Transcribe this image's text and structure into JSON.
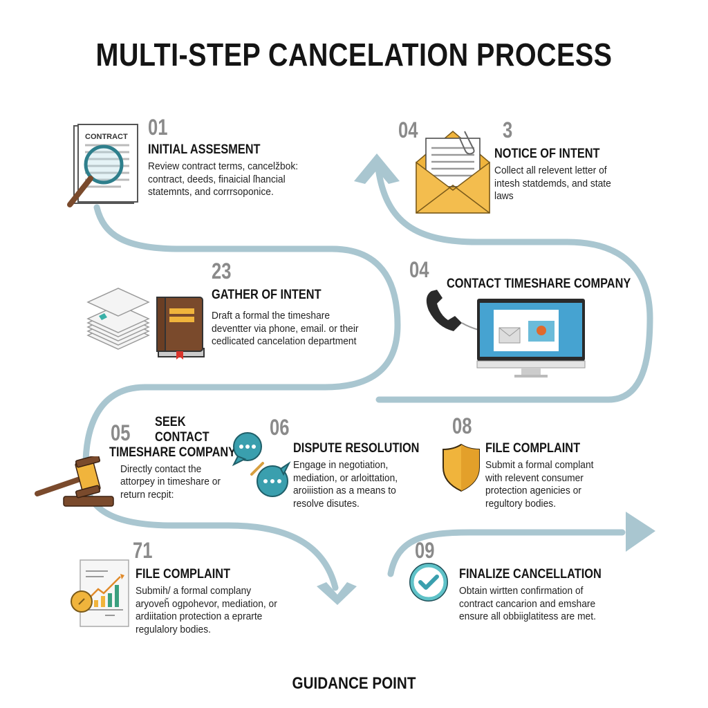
{
  "title": "MULTI-STEP CANCELATION PROCESS",
  "footer": "GUIDANCE POINT",
  "colors": {
    "flow_line": "#a9c6d0",
    "number_gray": "#8a8a8a",
    "teal": "#3a9fae",
    "gold": "#f0b43c",
    "brown": "#7a4a2c"
  },
  "steps": [
    {
      "number": "01",
      "heading": "INITIAL ASSESMENT",
      "description": "Review contract terms, cancelžbok: contract, deeds, finaicial ſhancial statemnts, and corrrsoponice.",
      "icon": "contract-magnifier-icon",
      "icon_label": "CONTRACT"
    },
    {
      "number": "04",
      "number_secondary": "3",
      "heading": "NOTICE OF INTENT",
      "description": "Collect all relevent letter of intesh statdemds, and state laws",
      "icon": "envelope-letter-icon"
    },
    {
      "number": "23",
      "heading": "GATHER OF INTENT",
      "description": "Draft a formal the timeshare deventter via phone, email. or their cedlicated cancelation department",
      "icon": "papers-book-icon"
    },
    {
      "number": "04",
      "heading": "CONTACT TIMESHARE COMPANY",
      "description": "",
      "icon": "phone-computer-icon"
    },
    {
      "number": "05",
      "heading_line1": "SEEK",
      "heading_line2": "CONTACT",
      "heading_line3": "TIMESHARE COMPANY",
      "description": "Directly contact the attorpey in timeshare or return recpit:",
      "icon": "gavel-icon"
    },
    {
      "number": "06",
      "heading": "DISPUTE RESOLUTION",
      "description": "Engage in negotiation, mediation, or arloittation, aroiiistion as a means to resolve disutes.",
      "icon": "chat-bubbles-icon"
    },
    {
      "number": "08",
      "heading": "FILE COMPLAINT",
      "description": "Submit a formal complant with relevent consumer protection agenicies or regultory bodies.",
      "icon": "shield-icon"
    },
    {
      "number": "71",
      "heading": "FILE COMPLAINT",
      "description": "Submih/ a formal complany aryoveȟ ogpohevor, mediation, or ardiitation protection a eprarte regulalory bodies.",
      "icon": "report-chart-icon"
    },
    {
      "number": "09",
      "heading": "FINALIZE CANCELLATION",
      "description": "Obtain wirtten confirmation of contract cancarion and emshare ensure all obbiiglatitess are met.",
      "icon": "checkmark-circle-icon"
    }
  ]
}
